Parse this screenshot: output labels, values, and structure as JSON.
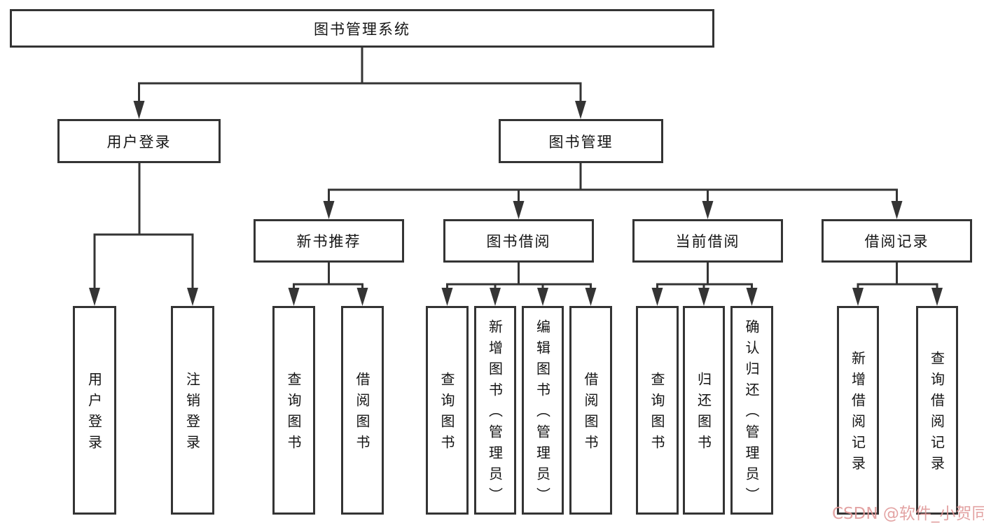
{
  "tree": {
    "root": {
      "label": "图书管理系统"
    },
    "children": [
      {
        "label": "用户登录",
        "children": [
          {
            "label": "用户登录"
          },
          {
            "label": "注销登录"
          }
        ]
      },
      {
        "label": "图书管理",
        "children": [
          {
            "label": "新书推荐",
            "children": [
              {
                "label": "查询图书"
              },
              {
                "label": "借阅图书"
              }
            ]
          },
          {
            "label": "图书借阅",
            "children": [
              {
                "label": "查询图书"
              },
              {
                "label": "新增图书（管理员）"
              },
              {
                "label": "编辑图书（管理员）"
              },
              {
                "label": "借阅图书"
              }
            ]
          },
          {
            "label": "当前借阅",
            "children": [
              {
                "label": "查询图书"
              },
              {
                "label": "归还图书"
              },
              {
                "label": "确认归还（管理员）"
              }
            ]
          },
          {
            "label": "借阅记录",
            "children": [
              {
                "label": "新增借阅记录"
              },
              {
                "label": "查询借阅记录"
              }
            ]
          }
        ]
      }
    ]
  },
  "watermark": {
    "text": "CSDN @软件_小贺同学",
    "color": "#df9696"
  },
  "colors": {
    "line": "#343434",
    "box_border": "#343434",
    "text": "#141414",
    "background": "#ffffff"
  }
}
